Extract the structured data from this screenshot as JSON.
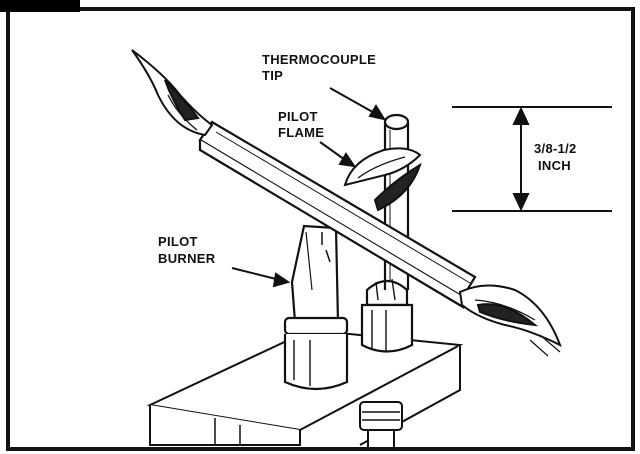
{
  "labels": {
    "thermocouple_line1": "THERMOCOUPLE",
    "thermocouple_line2": "TIP",
    "flame_line1": "PILOT",
    "flame_line2": "FLAME",
    "burner_line1": "PILOT",
    "burner_line2": "BURNER",
    "measure_line1": "3/8-1/2",
    "measure_line2": "INCH"
  },
  "colors": {
    "ink": "#111111",
    "paper": "#ffffff",
    "frame_tab": "#000000"
  }
}
